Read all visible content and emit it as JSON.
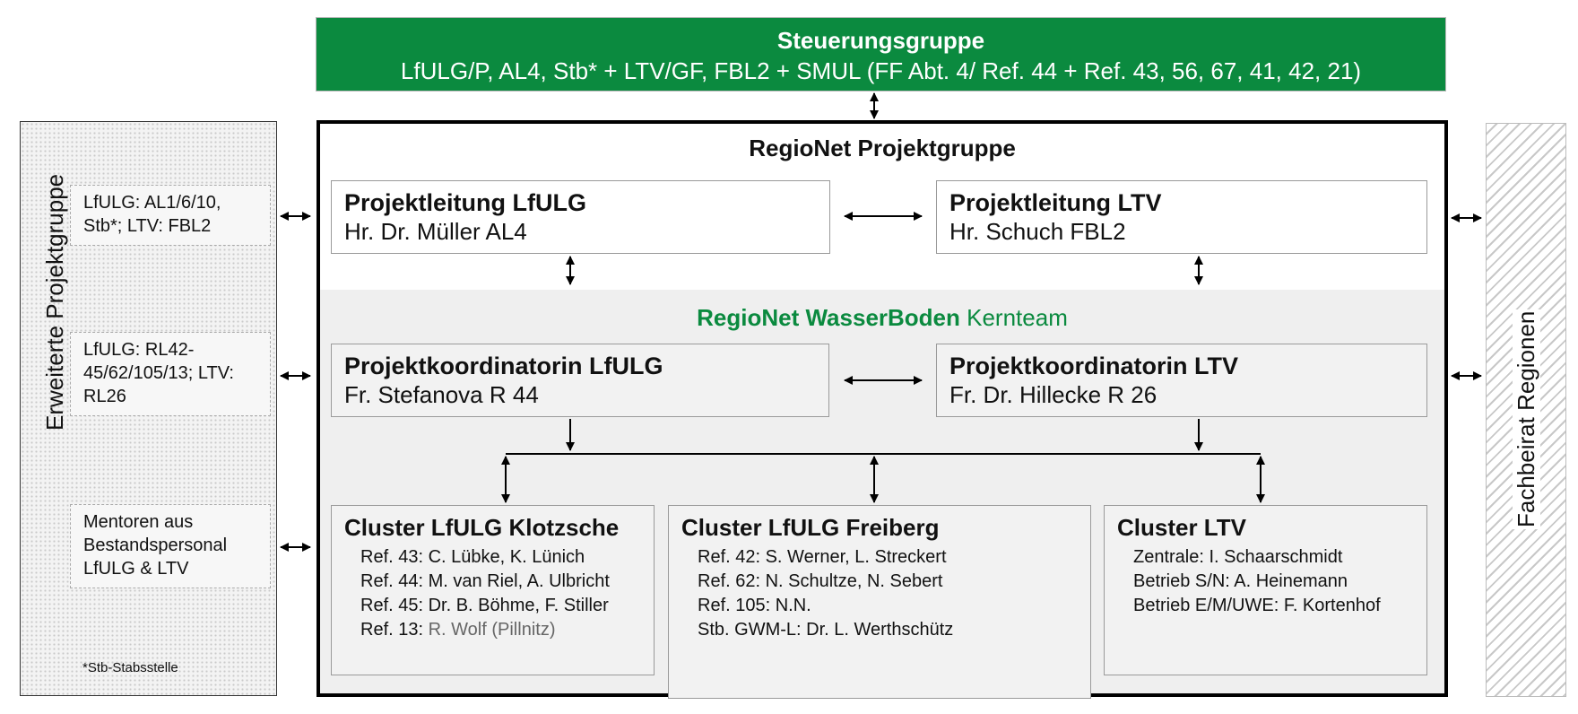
{
  "steering": {
    "title": "Steuerungsgruppe",
    "members": "LfULG/P, AL4, Stb* + LTV/GF, FBL2 + SMUL (FF Abt. 4/ Ref. 44 + Ref. 43, 56, 67, 41, 42, 21)"
  },
  "extended_group": {
    "title": "Erweiterte Projektgruppe",
    "boxes": [
      {
        "line1": "LfULG: AL1/6/10,",
        "line2": "Stb*; LTV: FBL2",
        "line3": ""
      },
      {
        "line1": "LfULG: RL42-",
        "line2": "45/62/105/13; LTV:",
        "line3": "RL26"
      },
      {
        "line1": "Mentoren aus",
        "line2": "Bestandspersonal",
        "line3": "LfULG & LTV"
      }
    ],
    "footnote": "*Stb-Stabsstelle"
  },
  "advisory_board": {
    "label": "Fachbeirat  Regionen"
  },
  "project_group": {
    "title": "RegioNet Projektgruppe",
    "lead_lfulg": {
      "title": "Projektleitung LfULG",
      "person": "Hr. Dr. Müller AL4"
    },
    "lead_ltv": {
      "title": "Projektleitung LTV",
      "person": "Hr. Schuch FBL2"
    }
  },
  "core_team": {
    "title_bold": "RegioNet WasserBoden",
    "title_rest": " Kernteam",
    "coord_lfulg": {
      "title": "Projektkoordinatorin LfULG",
      "person": "Fr. Stefanova R 44"
    },
    "coord_ltv": {
      "title": "Projektkoordinatorin LTV",
      "person": "Fr. Dr. Hillecke R 26"
    }
  },
  "clusters": [
    {
      "title": "Cluster LfULG Klotzsche",
      "members": [
        "Ref. 43: C. Lübke, K. Lünich",
        "Ref. 44: M. van Riel, A. Ulbricht",
        "Ref. 45: Dr. B. Böhme, F. Stiller"
      ],
      "last_prefix": "Ref. 13: ",
      "last_grey": "R. Wolf (Pillnitz)"
    },
    {
      "title": "Cluster LfULG Freiberg",
      "members": [
        "Ref. 42:  S. Werner, L. Streckert",
        "Ref. 62:  N. Schultze, N. Sebert",
        "Ref. 105: N.N.",
        "Stb. GWM-L: Dr. L. Werthschütz"
      ]
    },
    {
      "title": "Cluster LTV",
      "members": [
        "Zentrale: I. Schaarschmidt",
        "Betrieb S/N: A. Heinemann",
        "Betrieb E/M/UWE: F. Kortenhof"
      ]
    }
  ],
  "colors": {
    "accent_green": "#0b8a3f",
    "core_bg": "#efefef",
    "border_grey": "#9a9a9a"
  }
}
